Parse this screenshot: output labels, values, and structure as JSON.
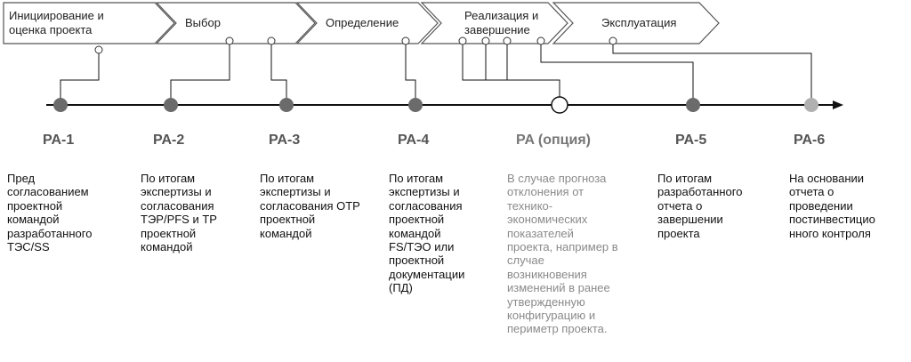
{
  "phases": [
    {
      "name": "Инициирование и\nоценка проекта"
    },
    {
      "name": "Выбор"
    },
    {
      "name": "Определение"
    },
    {
      "name": "Реализация и\nзавершение"
    },
    {
      "name": "Эксплуатация"
    }
  ],
  "milestones": [
    {
      "label": "PA-1",
      "description": "Пред\nсогласованием\nпроектной\nкомандой\nразработанного\nТЭС/SS"
    },
    {
      "label": "PA-2",
      "description": "По итогам\nэкспертизы и\nсогласования\nТЭР/PFS и ТР\nпроектной\nкомандой"
    },
    {
      "label": "PA-3",
      "description": "По итогам\nэкспертизы и\nсогласования ОТР\nпроектной\nкомандой"
    },
    {
      "label": "PA-4",
      "description": "По итогам\nэкспертизы и\nсогласования\nпроектной\nкомандой\nFS/ТЭО или\nпроектной\nдокументации\n(ПД)"
    },
    {
      "label": "PA (опция)",
      "description": "В случае прогноза\nотклонения от\nтехнико-\nэкономических\nпоказателей\nпроекта, например в\nслучае\nвозникновения\nизменений в ранее\nутвержденную\nконфигурацию и\nпериметр проекта."
    },
    {
      "label": "PA-5",
      "description": "По итогам\nразработанного\nотчета о\nзавершении\nпроекта"
    },
    {
      "label": "PA-6",
      "description": "На основании\nотчета о\nпроведении\nпостинвестицио\nнного контроля"
    }
  ],
  "colors": {
    "milestone": "#6b6b6b",
    "milestone_last": "#b0b0b0",
    "option": "#ffffff",
    "line": "#111111",
    "phase_fill": "#ffffff",
    "phase_stroke": "#555555"
  }
}
